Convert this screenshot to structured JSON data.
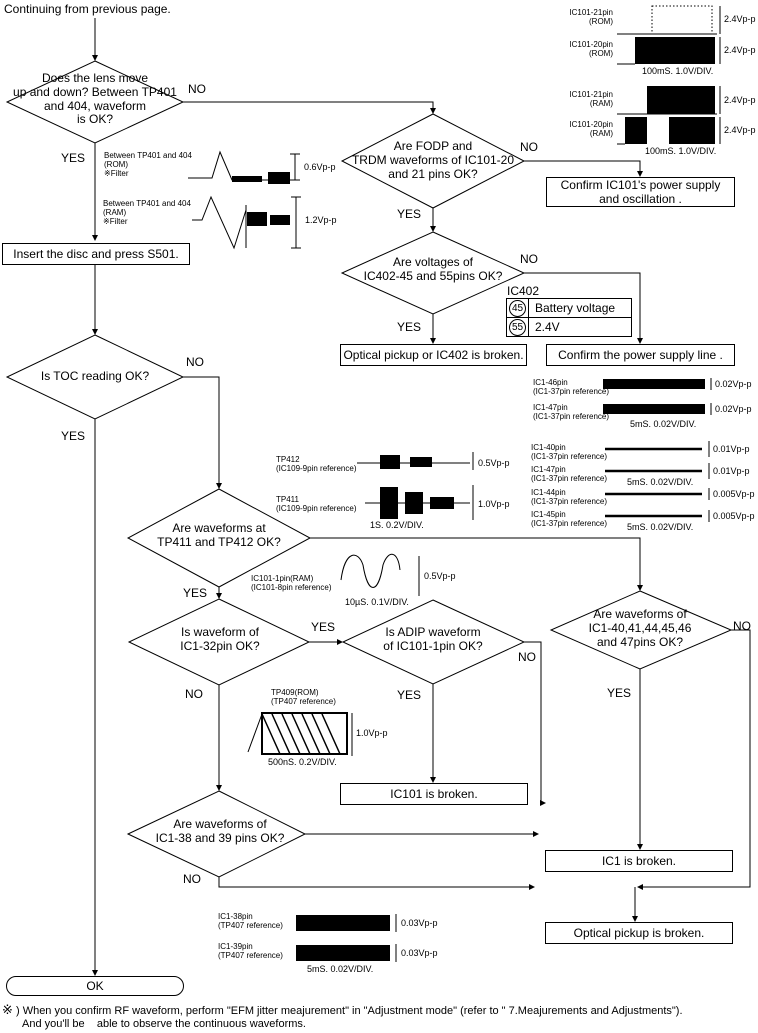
{
  "start_label": "Continuing from previous page.",
  "end_label": "OK",
  "branch_labels": {
    "yes": "YES",
    "no": "NO"
  },
  "decisions": [
    {
      "id": "lens",
      "lines": [
        "Does the lens move",
        "up and down? Between TP401",
        "and 404, waveform",
        "is OK?"
      ]
    },
    {
      "id": "fodp",
      "lines": [
        "Are FODP and",
        "TRDM waveforms of IC101-20",
        "and 21 pins OK?"
      ]
    },
    {
      "id": "ic402",
      "lines": [
        "Are voltages of",
        "IC402-45 and 55pins OK?"
      ]
    },
    {
      "id": "toc",
      "lines": [
        "Is TOC reading OK?"
      ]
    },
    {
      "id": "tp411",
      "lines": [
        "Are waveforms at",
        "TP411 and TP412 OK?"
      ]
    },
    {
      "id": "ic1_32",
      "lines": [
        "Is waveform of",
        "IC1-32pin OK?"
      ]
    },
    {
      "id": "adip",
      "lines": [
        "Is ADIP waveform",
        "of IC101-1pin OK?"
      ]
    },
    {
      "id": "ic1_40",
      "lines": [
        "Are waveforms of",
        "IC1-40,41,44,45,46",
        "and 47pins OK?"
      ]
    },
    {
      "id": "ic1_38",
      "lines": [
        "Are waveforms of",
        "IC1-38 and 39 pins OK?"
      ]
    }
  ],
  "actions": {
    "insert_disc": "Insert the disc and press S501.",
    "confirm_ic101": [
      "Confirm IC101's power supply",
      "and oscillation ."
    ],
    "optical_or_ic402": "Optical pickup or IC402 is broken.",
    "confirm_power": "Confirm the power supply line .",
    "ic101_broken": "IC101 is broken.",
    "ic1_broken": "IC1 is broken.",
    "optical_broken": "Optical pickup is broken."
  },
  "ic402_table": {
    "title": "IC402",
    "rows": [
      {
        "pin": "45",
        "value": "Battery voltage"
      },
      {
        "pin": "55",
        "value": "2.4V"
      }
    ]
  },
  "waveforms": {
    "tp401_rom": {
      "lines": [
        "Between TP401 and 404",
        "(ROM)",
        "※Filter"
      ],
      "amplitude": "0.6Vp-p"
    },
    "tp401_ram": {
      "lines": [
        "Between TP401 and 404",
        "(RAM)",
        "※Filter"
      ],
      "amplitude": "1.2Vp-p"
    },
    "ic101_rom": {
      "signals": [
        {
          "name": "IC101-21pin",
          "sub": "(ROM)",
          "amplitude": "2.4Vp-p"
        },
        {
          "name": "IC101-20pin",
          "sub": "(ROM)",
          "amplitude": "2.4Vp-p"
        }
      ],
      "scale": "100mS. 1.0V/DIV."
    },
    "ic101_ram": {
      "signals": [
        {
          "name": "IC101-21pin",
          "sub": "(RAM)",
          "amplitude": "2.4Vp-p"
        },
        {
          "name": "IC101-20pin",
          "sub": "(RAM)",
          "amplitude": "2.4Vp-p"
        }
      ],
      "scale": "100mS. 1.0V/DIV."
    },
    "ic1_46_47": {
      "signals": [
        {
          "name": "IC1-46pin",
          "sub": "(IC1-37pin reference)",
          "amplitude": "0.02Vp-p"
        },
        {
          "name": "IC1-47pin",
          "sub": "(IC1-37pin reference)",
          "amplitude": "0.02Vp-p"
        }
      ],
      "scale": "5mS. 0.02V/DIV."
    },
    "ic1_40_47": {
      "signals": [
        {
          "name": "IC1-40pin",
          "sub": "(IC1-37pin reference)",
          "amplitude": "0.01Vp-p"
        },
        {
          "name": "IC1-47pin",
          "sub": "(IC1-37pin reference)",
          "amplitude": "0.01Vp-p"
        }
      ],
      "scale": "5mS. 0.02V/DIV."
    },
    "ic1_44_45": {
      "signals": [
        {
          "name": "IC1-44pin",
          "sub": "(IC1-37pin reference)",
          "amplitude": "0.005Vp-p"
        },
        {
          "name": "IC1-45pin",
          "sub": "(IC1-37pin reference)",
          "amplitude": "0.005Vp-p"
        }
      ],
      "scale": "5mS. 0.02V/DIV."
    },
    "tp412_411": {
      "signals": [
        {
          "name": "TP412",
          "sub": "(IC109-9pin reference)",
          "amplitude": "0.5Vp-p"
        },
        {
          "name": "TP411",
          "sub": "(IC109-9pin reference)",
          "amplitude": "1.0Vp-p"
        }
      ],
      "scale": "1S. 0.2V/DIV."
    },
    "ic101_1pin": {
      "name": "IC101-1pin(RAM)",
      "sub": "(IC101-8pin reference)",
      "amplitude": "0.5Vp-p",
      "scale": "10µS. 0.1V/DIV."
    },
    "tp409": {
      "name": "TP409(ROM)",
      "sub": "(TP407 reference)",
      "amplitude": "1.0Vp-p",
      "scale": "500nS. 0.2V/DIV."
    },
    "ic1_38_39": {
      "signals": [
        {
          "name": "IC1-38pin",
          "sub": "(TP407 reference)",
          "amplitude": "0.03Vp-p"
        },
        {
          "name": "IC1-39pin",
          "sub": "(TP407 reference)",
          "amplitude": "0.03Vp-p"
        }
      ],
      "scale": "5mS. 0.02V/DIV."
    }
  },
  "footnote": {
    "mark": "※",
    "line1": ") When you confirm RF waveform, perform \"EFM jitter meajurement\" in \"Adjustment mode\" (refer to \" 7.Meajurements and  Adjustments\").",
    "line2": "And you'll be    able to observe the continuous waveforms."
  }
}
